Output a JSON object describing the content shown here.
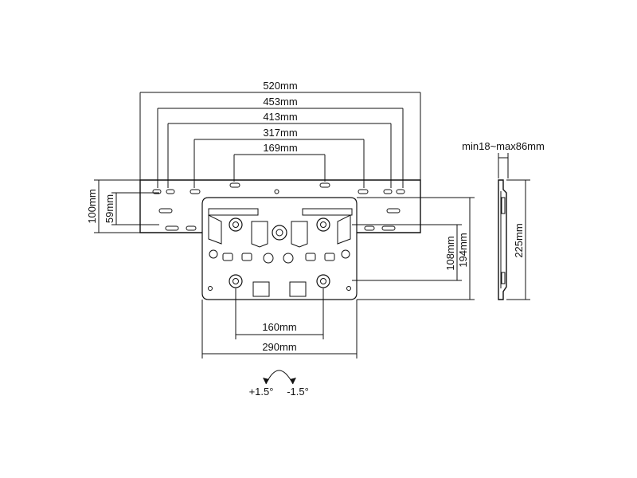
{
  "dimensions": {
    "w520": "520mm",
    "w453": "453mm",
    "w413": "413mm",
    "w317": "317mm",
    "w169": "169mm",
    "h100": "100mm",
    "h59": "59mm",
    "h108": "108mm",
    "h194": "194mm",
    "h225": "225mm",
    "w160": "160mm",
    "w290": "290mm",
    "depth": "min18~max86mm"
  },
  "tilt": {
    "plus": "+1.5°",
    "minus": "-1.5°"
  },
  "icons": {
    "front": "wall-mount-bracket-front-view",
    "side": "wall-mount-bracket-side-view",
    "tilt": "tilt-arc-arrows"
  }
}
